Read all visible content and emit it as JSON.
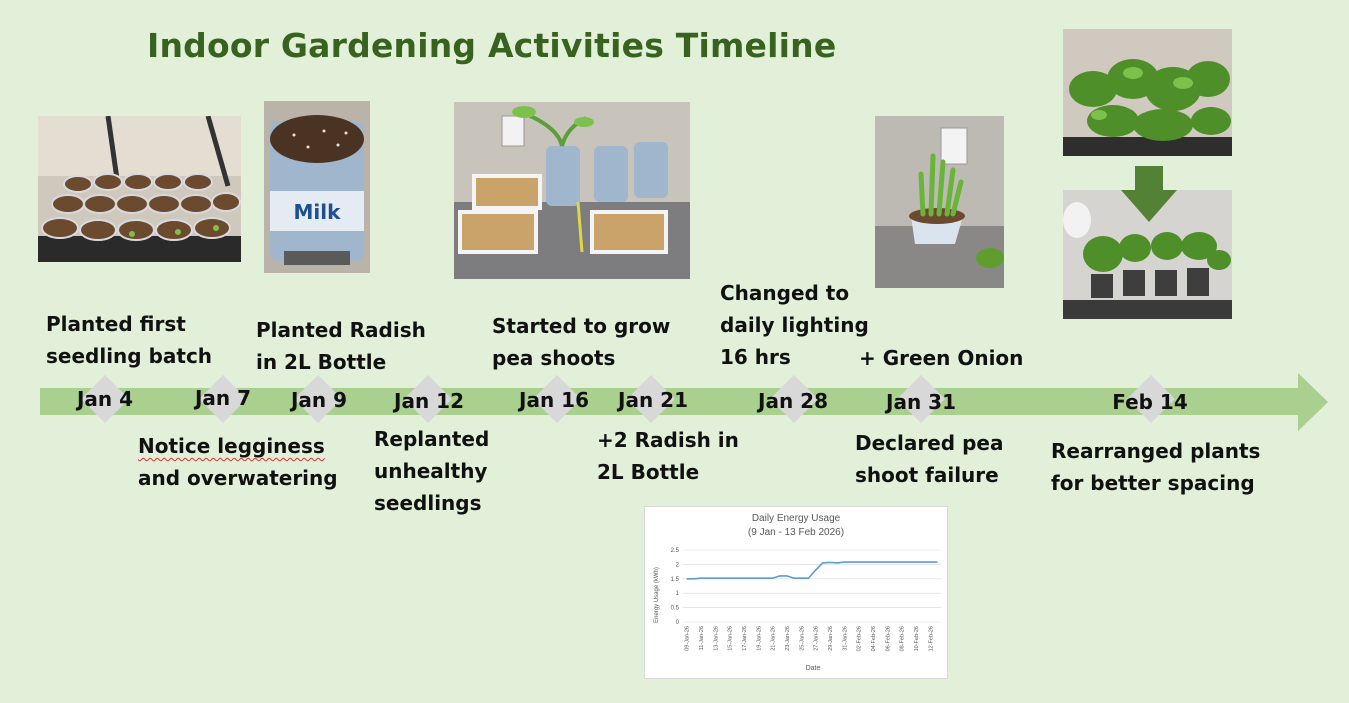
{
  "title": "Indoor Gardening Activities Timeline",
  "milestones": [
    {
      "date": "Jan 4"
    },
    {
      "date": "Jan 7"
    },
    {
      "date": "Jan 9"
    },
    {
      "date": "Jan 12"
    },
    {
      "date": "Jan 16"
    },
    {
      "date": "Jan 21"
    },
    {
      "date": "Jan 28"
    },
    {
      "date": "Jan 31"
    },
    {
      "date": "Feb 14"
    }
  ],
  "events_above": [
    {
      "lines": [
        "Planted first",
        "seedling batch"
      ]
    },
    {
      "lines": [
        "Planted Radish",
        "in 2L Bottle"
      ]
    },
    {
      "lines": [
        "Started to grow",
        "pea shoots"
      ]
    },
    {
      "lines": [
        "Changed to",
        "daily lighting",
        "16 hrs"
      ]
    },
    {
      "lines": [
        "+ Green Onion"
      ]
    }
  ],
  "events_below": [
    {
      "lines": [
        "Notice legginess",
        "and overwatering"
      ]
    },
    {
      "lines": [
        "Replanted",
        "unhealthy",
        "seedlings"
      ]
    },
    {
      "lines": [
        "+2 Radish in",
        "2L Bottle"
      ]
    },
    {
      "lines": [
        "Declared pea",
        "shoot failure"
      ]
    },
    {
      "lines": [
        "Rearranged plants",
        "for better spacing"
      ]
    }
  ],
  "colors": {
    "background": "#e2efd9",
    "title": "#38631f",
    "arrow": "#a9d08e",
    "diamond": "#d8d8d8",
    "chart_line": "#5b9bd5",
    "down_arrow": "#548235"
  },
  "chart_data": {
    "type": "line",
    "title": "Daily Energy Usage",
    "subtitle": "(9 Jan - 13 Feb 2026)",
    "xlabel": "Date",
    "ylabel": "Energy Usage (kWh)",
    "ylim": [
      0,
      2.5
    ],
    "yticks": [
      "0",
      "0.5",
      "1",
      "1.5",
      "2",
      "2.5"
    ],
    "grid": true,
    "x_tick_labels": [
      "09-Jan-26",
      "11-Jan-26",
      "13-Jan-26",
      "15-Jan-26",
      "17-Jan-26",
      "19-Jan-26",
      "21-Jan-26",
      "23-Jan-26",
      "25-Jan-26",
      "27-Jan-26",
      "29-Jan-26",
      "31-Jan-26",
      "02-Feb-26",
      "04-Feb-26",
      "06-Feb-26",
      "08-Feb-26",
      "10-Feb-26",
      "12-Feb-26"
    ],
    "series": [
      {
        "values": [
          1.5,
          1.5,
          1.52,
          1.52,
          1.52,
          1.52,
          1.52,
          1.52,
          1.52,
          1.52,
          1.52,
          1.52,
          1.52,
          1.6,
          1.6,
          1.52,
          1.52,
          1.52,
          1.8,
          2.05,
          2.07,
          2.05,
          2.08,
          2.08,
          2.08,
          2.08,
          2.08,
          2.08,
          2.08,
          2.08,
          2.08,
          2.08,
          2.08,
          2.08,
          2.08,
          2.08
        ]
      }
    ]
  }
}
